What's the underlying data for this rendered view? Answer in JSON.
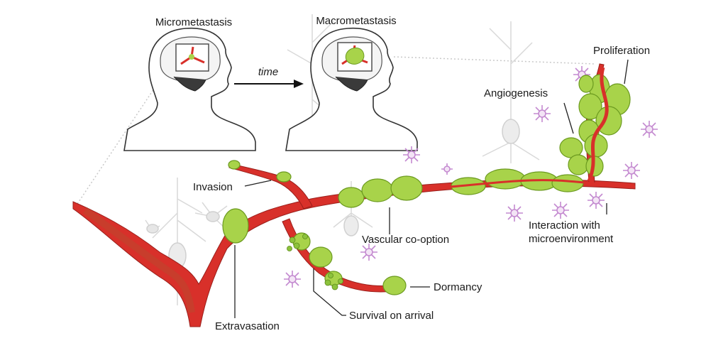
{
  "labels": {
    "micrometastasis": "Micrometastasis",
    "macrometastasis": "Macrometastasis",
    "time": "time",
    "proliferation": "Proliferation",
    "angiogenesis": "Angiogenesis",
    "invasion": "Invasion",
    "vascular_co_option": "Vascular co-option",
    "interaction_line1": "Interaction with",
    "interaction_line2": "microenvironment",
    "dormancy": "Dormancy",
    "extravasation": "Extravasation",
    "survival_on_arrival": "Survival on arrival"
  },
  "colors": {
    "vessel": "#d8302a",
    "vessel_edge": "#9a1f1b",
    "tumor": "#a8d34a",
    "tumor_edge": "#6b9a1f",
    "microglia": "#c48ad0",
    "neuron_ghost": "#d6d6d6",
    "head_outline": "#333333"
  }
}
